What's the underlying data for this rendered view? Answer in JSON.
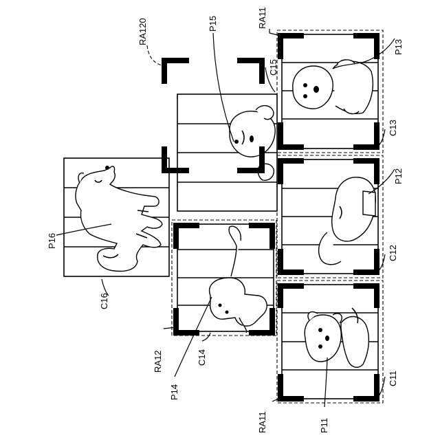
{
  "labels": {
    "ra120": "RA120",
    "p15": "P15",
    "ra11_top": "RA11",
    "p13": "P13",
    "c15": "C15",
    "c13": "C13",
    "p12": "P12",
    "c12": "C12",
    "p16": "P16",
    "c16": "C16",
    "ra12": "RA12",
    "p14": "P14",
    "c14": "C14",
    "c11": "C11",
    "ra11_bottom": "RA11",
    "p11": "P11"
  }
}
